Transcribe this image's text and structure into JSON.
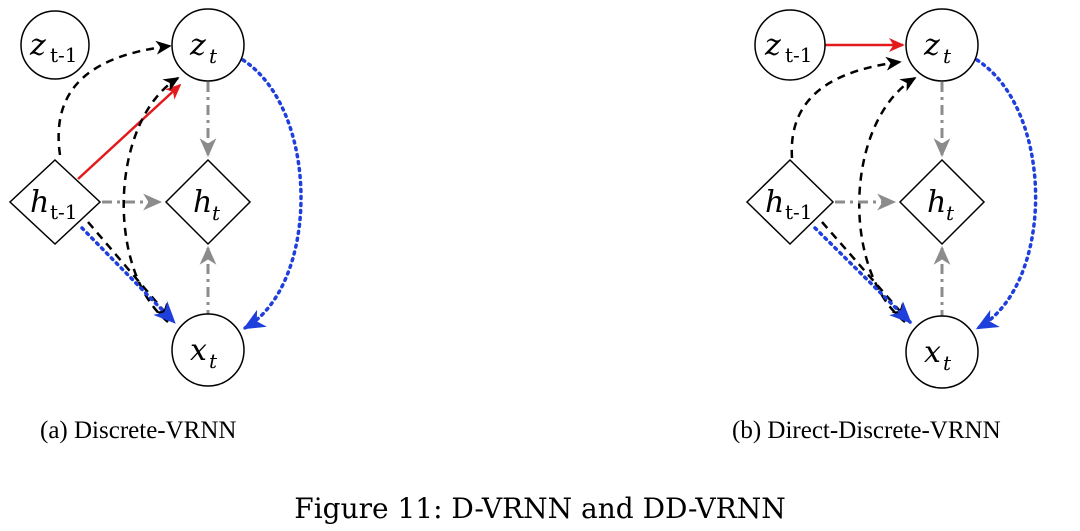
{
  "figure": {
    "caption": "Figure 11: D-VRNN and DD-VRNN",
    "subfigures": [
      {
        "id": "a",
        "caption": "(a) Discrete-VRNN",
        "nodes": [
          {
            "id": "z_prev",
            "symbol": "z",
            "subscript": "t-1",
            "shape": "circle"
          },
          {
            "id": "z_t",
            "symbol": "z",
            "subscript": "t",
            "shape": "circle"
          },
          {
            "id": "h_prev",
            "symbol": "h",
            "subscript": "t-1",
            "shape": "diamond"
          },
          {
            "id": "h_t",
            "symbol": "h",
            "subscript": "t",
            "shape": "diamond"
          },
          {
            "id": "x_t",
            "symbol": "x",
            "subscript": "t",
            "shape": "circle"
          }
        ],
        "edges": [
          {
            "from": "h_prev",
            "to": "z_t",
            "style": "solid",
            "color": "#e31a1c"
          },
          {
            "from": "h_prev",
            "to": "z_t",
            "style": "dashed",
            "color": "#000000"
          },
          {
            "from": "x_t",
            "to": "z_t",
            "style": "dashed",
            "color": "#000000"
          },
          {
            "from": "h_prev",
            "to": "x_t",
            "style": "dashed",
            "color": "#000000"
          },
          {
            "from": "z_t",
            "to": "h_t",
            "style": "dashdot",
            "color": "#8c8c8c"
          },
          {
            "from": "h_prev",
            "to": "h_t",
            "style": "dashdot",
            "color": "#8c8c8c"
          },
          {
            "from": "x_t",
            "to": "h_t",
            "style": "dashdot",
            "color": "#8c8c8c"
          },
          {
            "from": "z_t",
            "to": "x_t",
            "style": "dotted",
            "color": "#1f3fdc"
          },
          {
            "from": "h_prev",
            "to": "x_t",
            "style": "dotted",
            "color": "#1f3fdc"
          }
        ]
      },
      {
        "id": "b",
        "caption": "(b) Direct-Discrete-VRNN",
        "nodes": [
          {
            "id": "z_prev",
            "symbol": "z",
            "subscript": "t-1",
            "shape": "circle"
          },
          {
            "id": "z_t",
            "symbol": "z",
            "subscript": "t",
            "shape": "circle"
          },
          {
            "id": "h_prev",
            "symbol": "h",
            "subscript": "t-1",
            "shape": "diamond"
          },
          {
            "id": "h_t",
            "symbol": "h",
            "subscript": "t",
            "shape": "diamond"
          },
          {
            "id": "x_t",
            "symbol": "x",
            "subscript": "t",
            "shape": "circle"
          }
        ],
        "edges": [
          {
            "from": "z_prev",
            "to": "z_t",
            "style": "solid",
            "color": "#e31a1c"
          },
          {
            "from": "h_prev",
            "to": "z_t",
            "style": "dashed",
            "color": "#000000"
          },
          {
            "from": "x_t",
            "to": "z_t",
            "style": "dashed",
            "color": "#000000"
          },
          {
            "from": "h_prev",
            "to": "x_t",
            "style": "dashed",
            "color": "#000000"
          },
          {
            "from": "z_t",
            "to": "h_t",
            "style": "dashdot",
            "color": "#8c8c8c"
          },
          {
            "from": "h_prev",
            "to": "h_t",
            "style": "dashdot",
            "color": "#8c8c8c"
          },
          {
            "from": "x_t",
            "to": "h_t",
            "style": "dashdot",
            "color": "#8c8c8c"
          },
          {
            "from": "z_t",
            "to": "x_t",
            "style": "dotted",
            "color": "#1f3fdc"
          },
          {
            "from": "h_prev",
            "to": "x_t",
            "style": "dotted",
            "color": "#1f3fdc"
          }
        ]
      }
    ]
  }
}
